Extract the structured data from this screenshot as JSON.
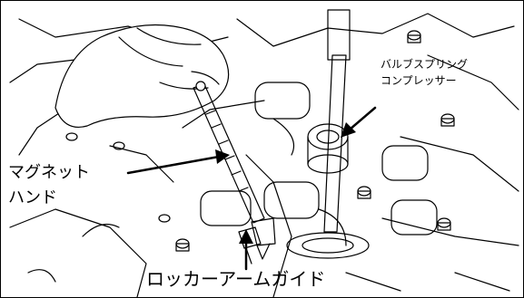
{
  "figure": {
    "labels": {
      "magnet_hand_line1": "マグネット",
      "magnet_hand_line2": "ハンド",
      "valve_spring_compressor_line1": "バルブスプリング",
      "valve_spring_compressor_line2": "コンプレッサー",
      "rocker_arm_guide": "ロッカーアームガイド"
    },
    "colors": {
      "line": "#000000",
      "background": "#ffffff"
    }
  }
}
